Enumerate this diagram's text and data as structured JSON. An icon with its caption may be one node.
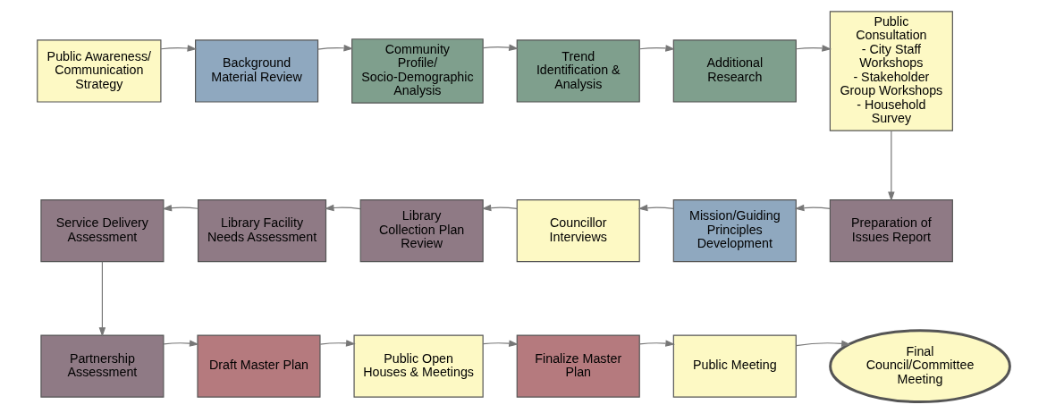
{
  "diagram": {
    "nodes": [
      {
        "text": [
          "Public Awareness/ Communication Strategy"
        ]
      },
      {
        "text": [
          "Background Material Review"
        ]
      },
      {
        "text": [
          "Community Profile/ Socio-Demographic Analysis"
        ]
      },
      {
        "text": [
          "Trend Identification & Analysis"
        ]
      },
      {
        "text": [
          "Additional Research"
        ]
      },
      {
        "text": [
          "Public Consultation",
          "- City Staff Workshops",
          "- Stakeholder Group Workshops",
          "- Household Survey"
        ]
      },
      {
        "text": [
          "Preparation of Issues Report"
        ]
      },
      {
        "text": [
          "Mission/Guiding Principles Development"
        ]
      },
      {
        "text": [
          "Councillor Interviews"
        ]
      },
      {
        "text": [
          "Library Collection Plan Review"
        ]
      },
      {
        "text": [
          "Library Facility Needs Assessment"
        ]
      },
      {
        "text": [
          "Service Delivery Assessment"
        ]
      },
      {
        "text": [
          "Partnership Assessment"
        ]
      },
      {
        "text": [
          "Draft Master Plan"
        ]
      },
      {
        "text": [
          "Public Open Houses & Meetings"
        ]
      },
      {
        "text": [
          "Finalize Master Plan"
        ]
      },
      {
        "text": [
          "Public Meeting"
        ]
      },
      {
        "text": [
          "Final Council/Committee Meeting"
        ]
      }
    ],
    "edges": [
      {
        "from": 0,
        "to": 1,
        "arrow": "to"
      },
      {
        "from": 1,
        "to": 2,
        "arrow": "to"
      },
      {
        "from": 2,
        "to": 3,
        "arrow": "to"
      },
      {
        "from": 3,
        "to": 4,
        "arrow": "to"
      },
      {
        "from": 4,
        "to": 5,
        "arrow": "to"
      },
      {
        "from": 5,
        "to": 6,
        "arrow": "to"
      },
      {
        "from": 6,
        "to": 7,
        "arrow": "to"
      },
      {
        "from": 7,
        "to": 8,
        "arrow": "to"
      },
      {
        "from": 8,
        "to": 9,
        "arrow": "to"
      },
      {
        "from": 9,
        "to": 10,
        "arrow": "to"
      },
      {
        "from": 10,
        "to": 11,
        "arrow": "to"
      },
      {
        "from": 11,
        "to": 12,
        "arrow": "to"
      },
      {
        "from": 12,
        "to": 13,
        "arrow": "to"
      },
      {
        "from": 13,
        "to": 14,
        "arrow": "to"
      },
      {
        "from": 14,
        "to": 15,
        "arrow": "to"
      },
      {
        "from": 15,
        "to": 16,
        "arrow": "to"
      },
      {
        "from": 16,
        "to": 17,
        "arrow": "to"
      }
    ]
  }
}
